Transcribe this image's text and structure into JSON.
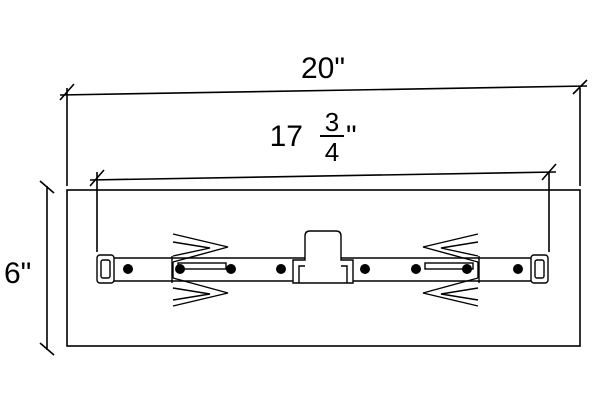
{
  "dimensions": {
    "overall_width": "20\"",
    "inner_width_whole": "17",
    "inner_width_numerator": "3",
    "inner_width_denominator": "4",
    "inner_width_unit": "\"",
    "height": "6\""
  },
  "colors": {
    "line": "#000000",
    "background": "#ffffff"
  }
}
